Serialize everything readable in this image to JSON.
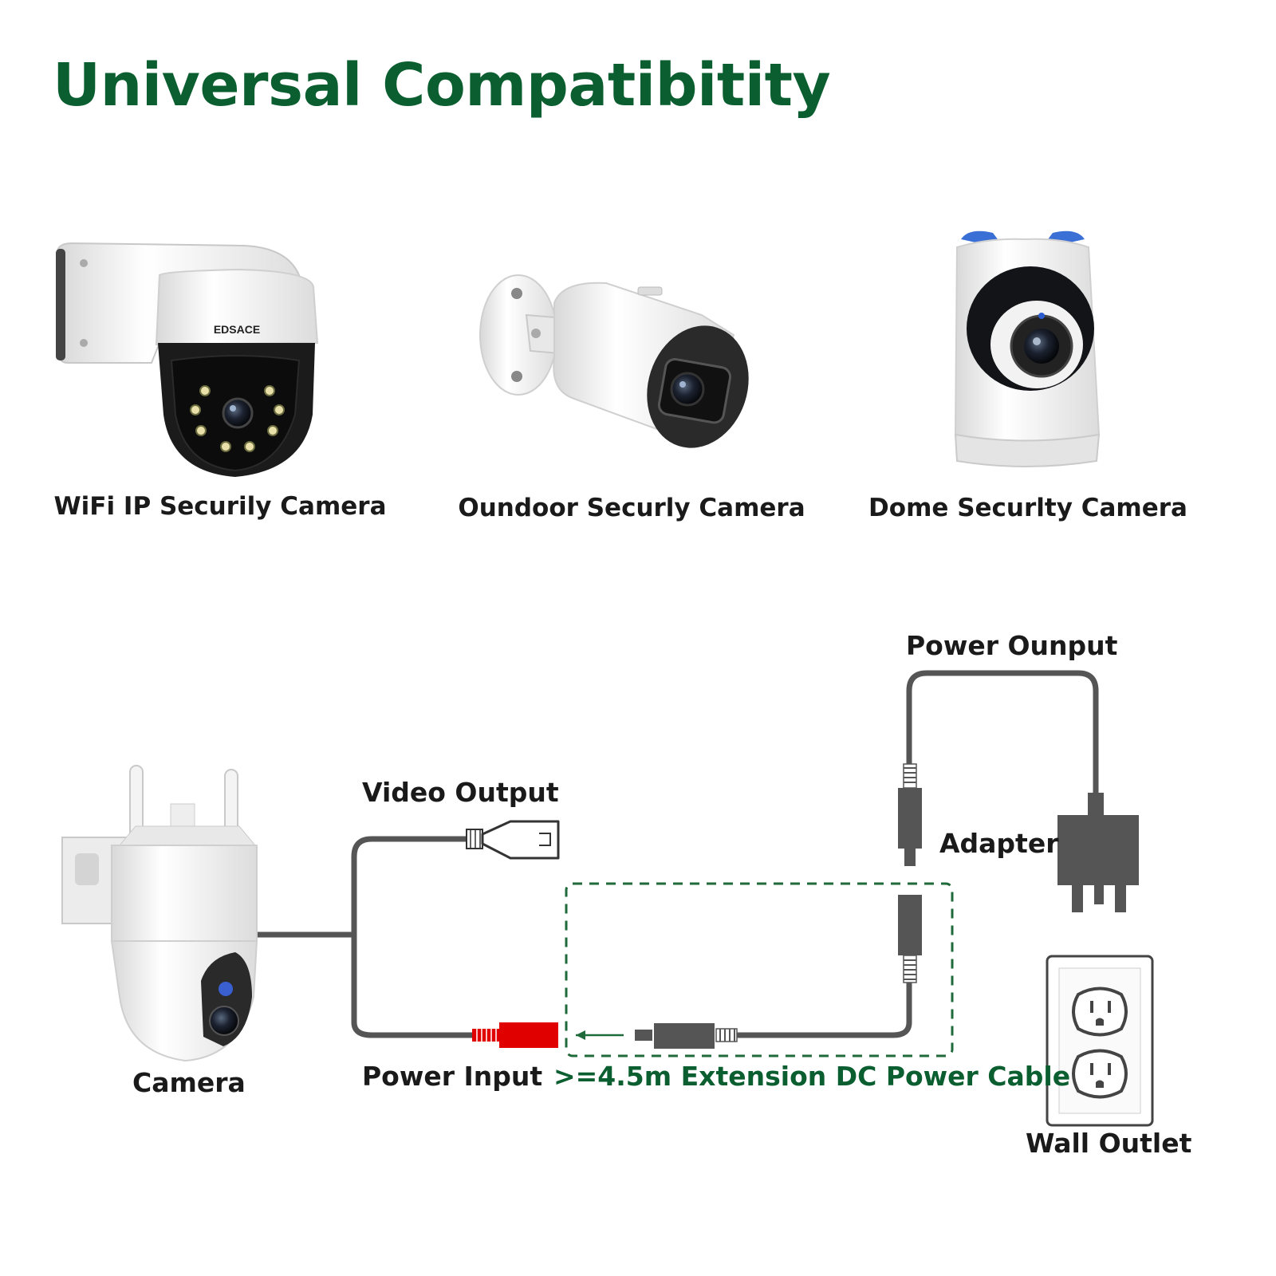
{
  "title": "Universal Compatibitity",
  "cameras": [
    {
      "label": "WiFi IP Securily Camera",
      "brand": "EDSACE"
    },
    {
      "label": "Oundoor Securly Camera"
    },
    {
      "label": "Dome Securlty Camera"
    }
  ],
  "diagram": {
    "power_output": "Power Ounput",
    "video_output": "Video Output",
    "adapter": "Adapter",
    "camera": "Camera",
    "power_input": "Power Input",
    "extension_cable": ">=4.5m Extension DC Power Cable",
    "wall_outlet": "Wall Outlet"
  },
  "colors": {
    "title_green": "#0b5e30",
    "cable_gray": "#555555",
    "plug_red": "#e00000",
    "dashed_green": "#1f6a3a"
  }
}
